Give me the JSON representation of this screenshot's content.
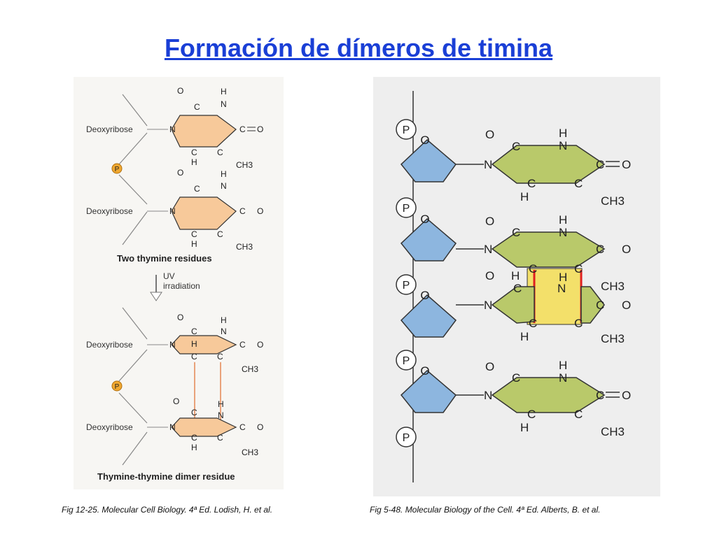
{
  "title": "Formación de dímeros de timina",
  "left_diagram": {
    "deoxyribose_label": "Deoxyribose",
    "phosphate_label": "P",
    "two_thymine_label": "Two thymine residues",
    "uv_label_line1": "UV",
    "uv_label_line2": "irradiation",
    "dimer_label": "Thymine-thymine dimer residue",
    "atoms": {
      "O": "O",
      "C": "C",
      "H": "H",
      "N": "N",
      "CH3": "CH3"
    },
    "colors": {
      "ring_fill": "#f7c99a",
      "dimer_bond": "#e9a27a",
      "phosphate": "#f0a830"
    }
  },
  "right_diagram": {
    "phosphate_label": "P",
    "sugar_oxygen": "O",
    "atoms": {
      "O": "O",
      "C": "C",
      "H": "H",
      "N": "N",
      "CH3": "CH3"
    },
    "colors": {
      "sugar": "#8db6df",
      "base": "#b9c96a",
      "dimer_fill": "#f3e06a",
      "dimer_bond": "#e02020"
    }
  },
  "captions": {
    "left": "Fig 12-25. Molecular Cell Biology. 4ª Ed. Lodish, H. et al.",
    "right": "Fig 5-48. Molecular Biology of the Cell. 4ª Ed. Alberts, B. et al."
  }
}
